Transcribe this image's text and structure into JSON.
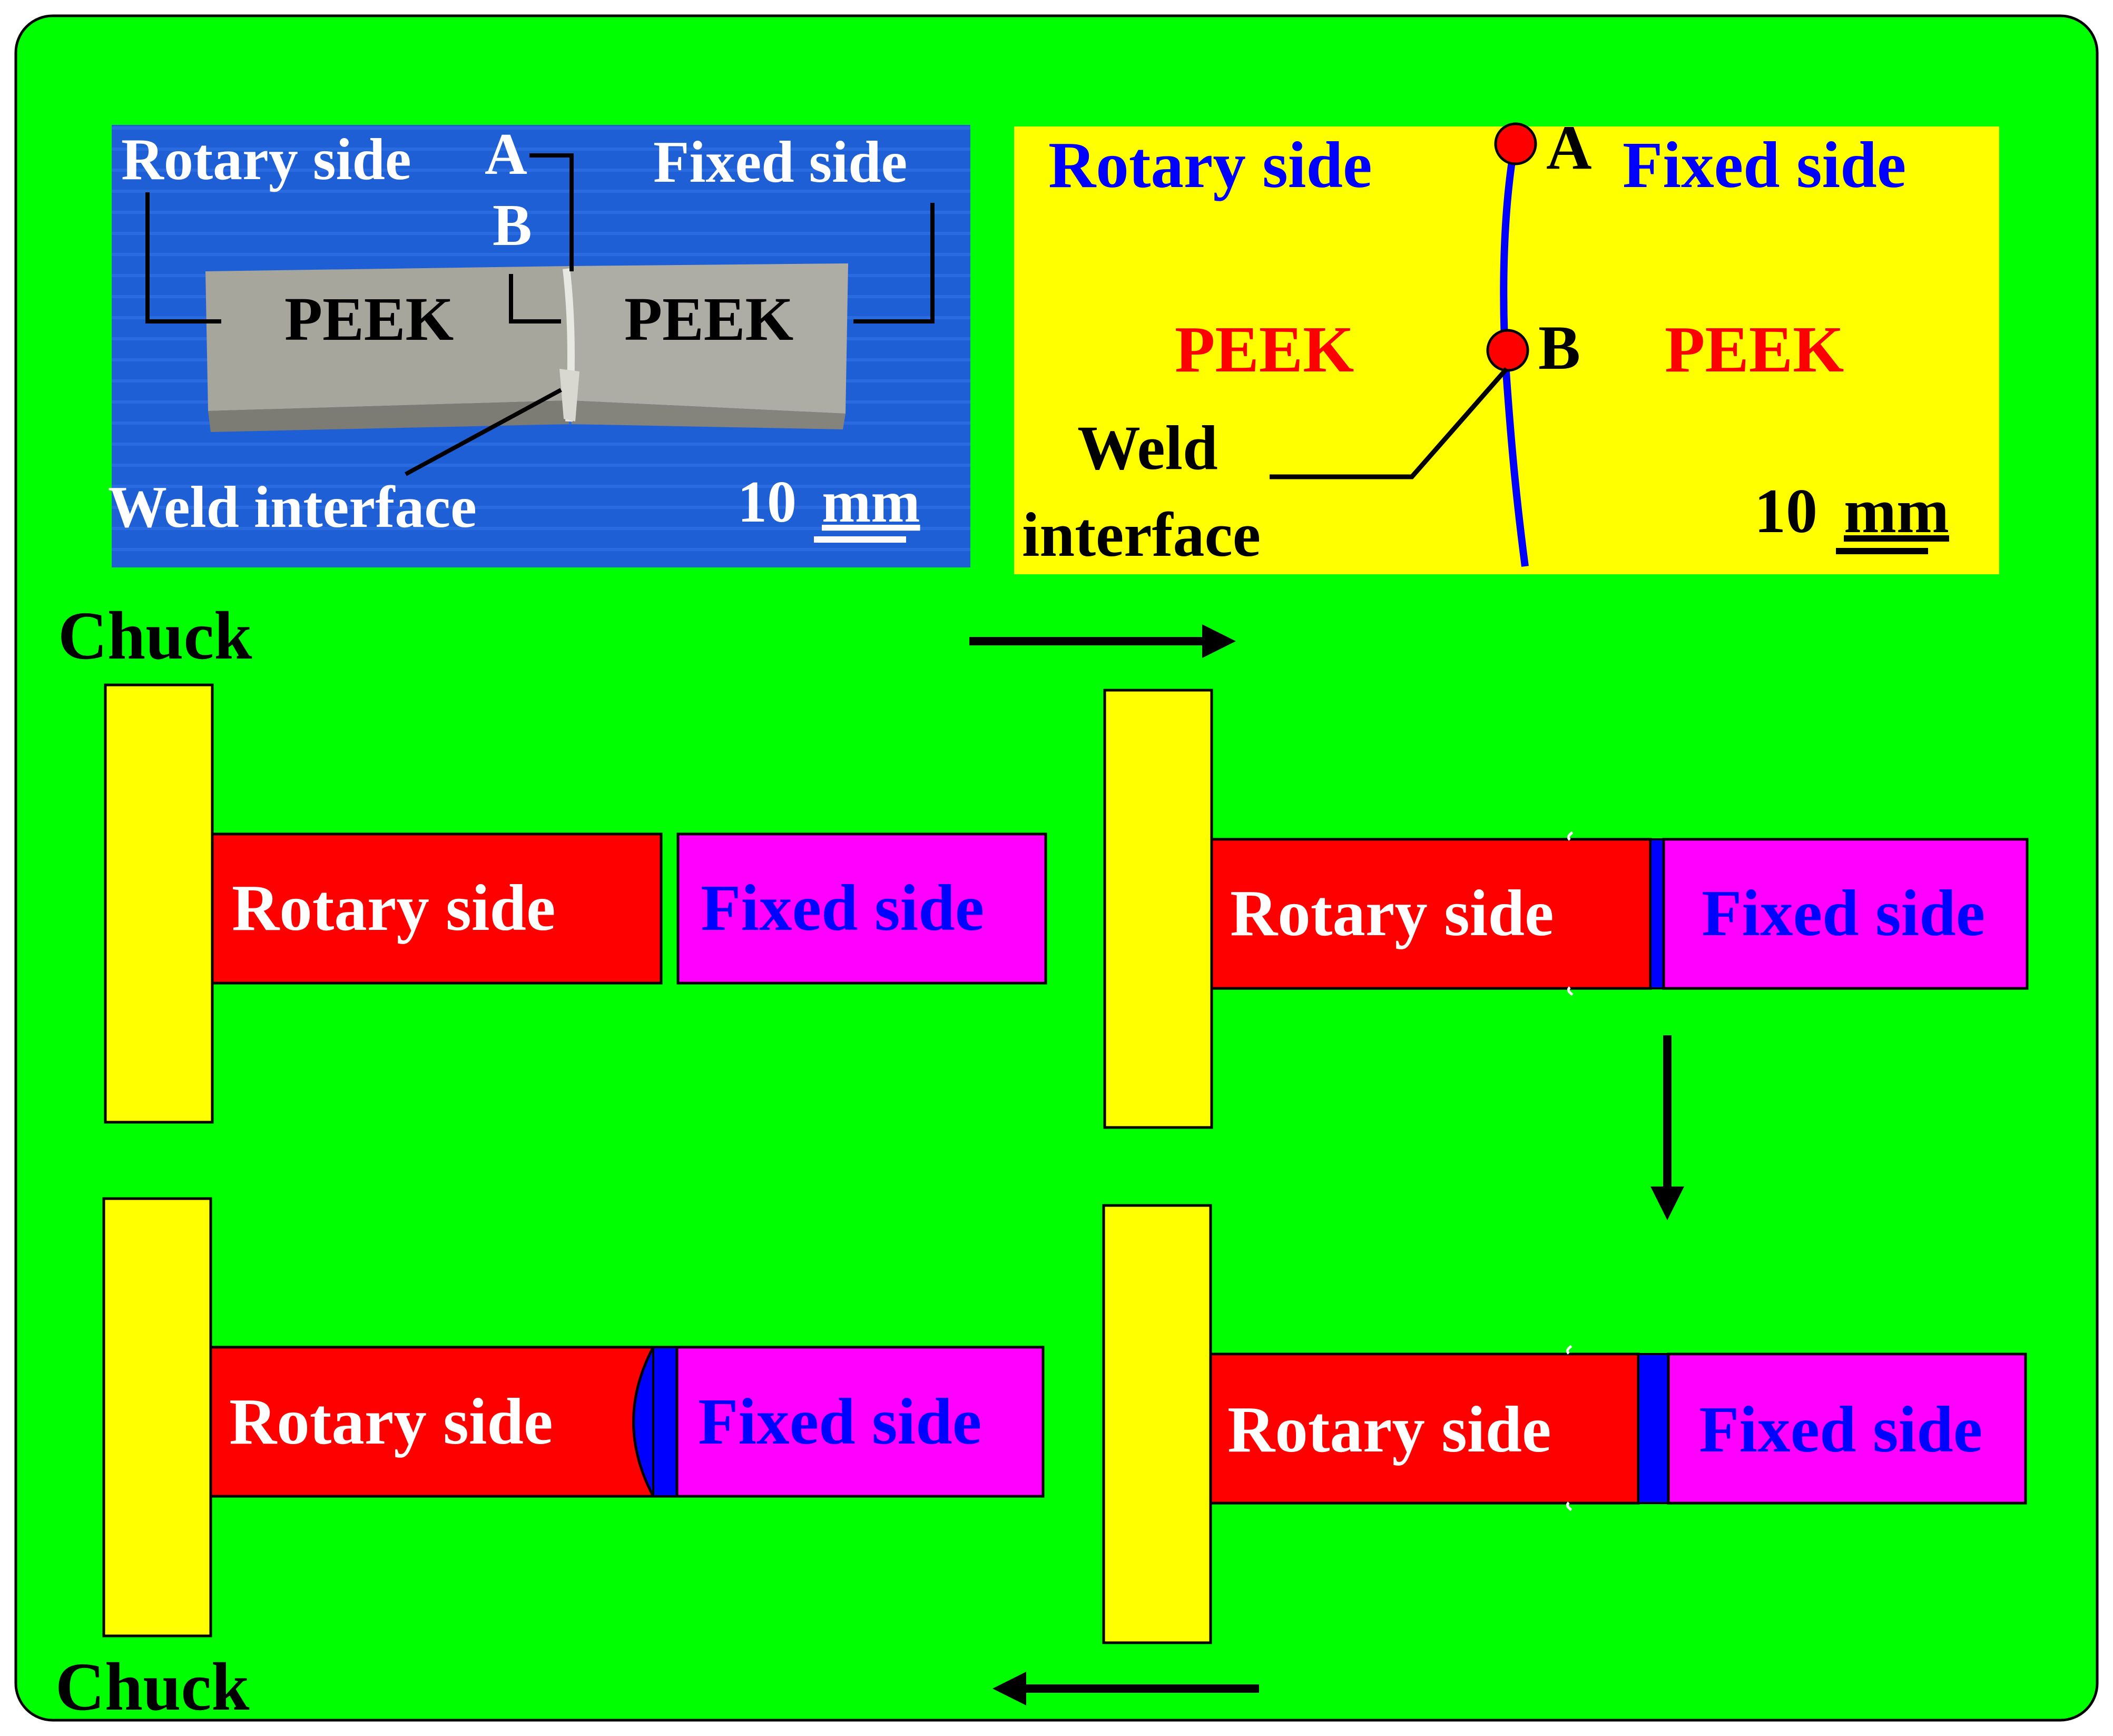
{
  "colors": {
    "background": "#00ff00",
    "chuck": "#ffff00",
    "rotary": "#ff0000",
    "fixed": "#ff00ff",
    "weld": "#0000ff",
    "photo_bg": "#1f5fd6",
    "schematic_bg": "#ffff00",
    "peek_block": "#a8a8a0",
    "point": "#ff0000"
  },
  "photo": {
    "rotary_label": "Rotary side",
    "fixed_label": "Fixed side",
    "point_a": "A",
    "point_b": "B",
    "peek_left": "PEEK",
    "peek_right": "PEEK",
    "weld_label": "Weld interface",
    "scale_number": "10",
    "scale_unit": "mm"
  },
  "schematic": {
    "rotary_label": "Rotary side",
    "fixed_label": "Fixed side",
    "point_a": "A",
    "point_b": "B",
    "peek_left": "PEEK",
    "peek_right": "PEEK",
    "weld_line1": "Weld",
    "weld_line2": "interface",
    "scale_number": "10",
    "scale_unit": "mm"
  },
  "process": {
    "chuck_top": "Chuck",
    "chuck_bottom": "Chuck",
    "step1": {
      "rotary": "Rotary side",
      "fixed": "Fixed side"
    },
    "step2": {
      "rotary": "Rotary side",
      "fixed": "Fixed side"
    },
    "step3": {
      "rotary": "Rotary side",
      "fixed": "Fixed side"
    },
    "step4": {
      "rotary": "Rotary side",
      "fixed": "Fixed side"
    }
  }
}
